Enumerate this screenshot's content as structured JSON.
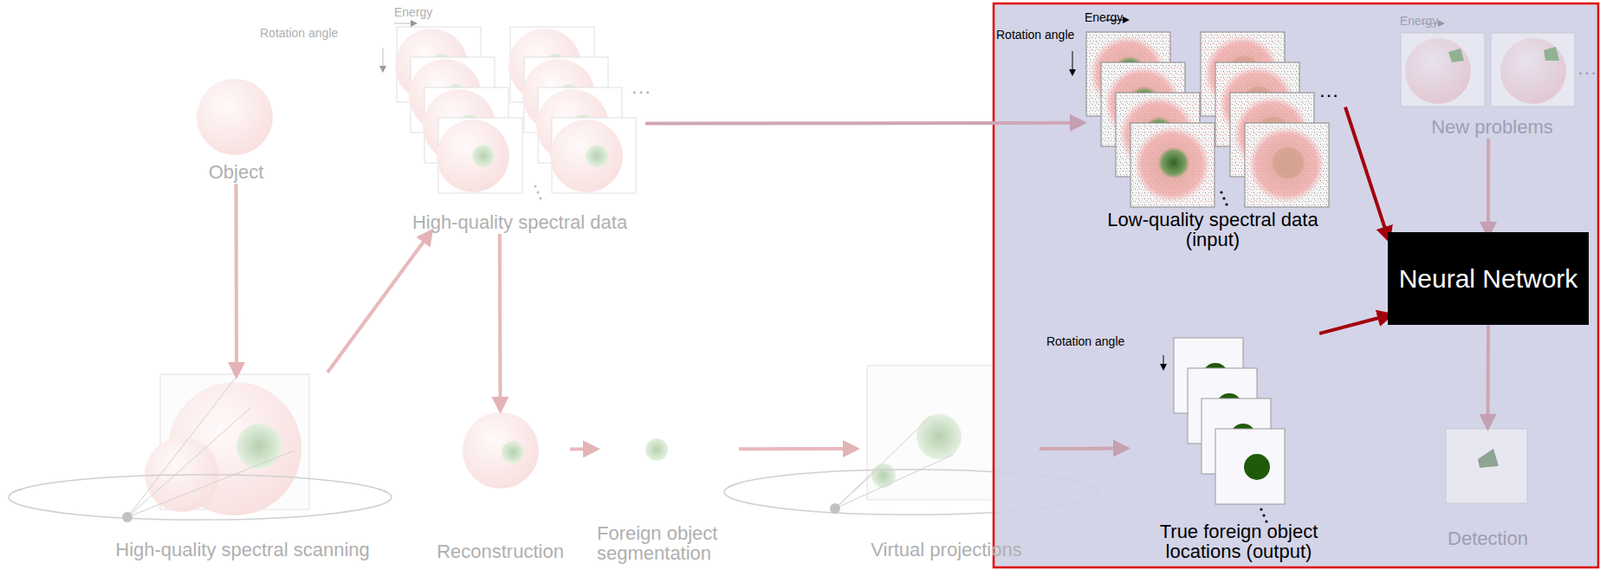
{
  "diagram": {
    "nodes": [
      {
        "text": [
          "Object"
        ]
      },
      {
        "text": [
          "High-quality spectral scanning"
        ]
      },
      {
        "text": [
          "High-quality spectral data"
        ]
      },
      {
        "text": [
          "Reconstruction"
        ]
      },
      {
        "text": [
          "Foreign object segmentation"
        ]
      },
      {
        "text": [
          "Virtual projections"
        ]
      },
      {
        "text": [
          "Low-quality spectral data (input)"
        ]
      },
      {
        "text": [
          "True foreign object locations (output)"
        ]
      },
      {
        "text": [
          "Neural Network"
        ]
      },
      {
        "text": [
          "New problems"
        ]
      },
      {
        "text": [
          "Detection"
        ]
      }
    ],
    "edges": [
      {
        "from": 0,
        "to": 1,
        "arrow": "to"
      },
      {
        "from": 1,
        "to": 2,
        "arrow": "to"
      },
      {
        "from": 2,
        "to": 3,
        "arrow": "to"
      },
      {
        "from": 3,
        "to": 4,
        "arrow": "to"
      },
      {
        "from": 4,
        "to": 5,
        "arrow": "to"
      },
      {
        "from": 5,
        "to": 7,
        "arrow": "to"
      },
      {
        "from": 2,
        "to": 6,
        "arrow": "to"
      },
      {
        "from": 6,
        "to": 8,
        "arrow": "to"
      },
      {
        "from": 7,
        "to": 8,
        "arrow": "to"
      },
      {
        "from": 9,
        "to": 8,
        "arrow": "to"
      },
      {
        "from": 8,
        "to": 10,
        "arrow": "to"
      }
    ],
    "labels": [
      "Energy",
      "Rotation angle",
      "…",
      "Energy",
      "Rotation angle",
      "…",
      "Energy",
      "…",
      "Rotation angle"
    ]
  }
}
